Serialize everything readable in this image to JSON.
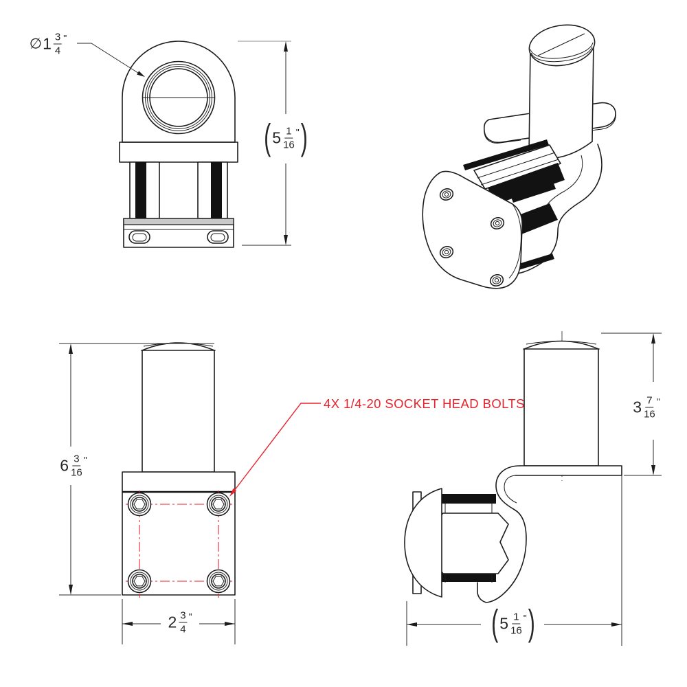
{
  "drawing": {
    "description": "Engineering drawing of a pole-mount clamp bracket, four views",
    "note": {
      "text": "4X 1/4-20 SOCKET HEAD BOLTS"
    },
    "dims": {
      "hole_diameter": {
        "prefix": "∅",
        "whole": "1",
        "num": "3",
        "den": "4",
        "unit": "\""
      },
      "top_height": {
        "open": "(",
        "whole": "5",
        "num": "1",
        "den": "16",
        "unit": "\"",
        "close": ")"
      },
      "front_height": {
        "whole": "6",
        "num": "3",
        "den": "16",
        "unit": "\""
      },
      "front_width": {
        "whole": "2",
        "num": "3",
        "den": "4",
        "unit": "\""
      },
      "side_height": {
        "whole": "3",
        "num": "7",
        "den": "16",
        "unit": "\""
      },
      "side_width": {
        "open": "(",
        "whole": "5",
        "num": "1",
        "den": "16",
        "unit": "\"",
        "close": ")"
      }
    },
    "colors": {
      "line": "#1c1c1c",
      "annotation_red": "#e8232d",
      "plate_gray": "#c9c9c9"
    }
  }
}
